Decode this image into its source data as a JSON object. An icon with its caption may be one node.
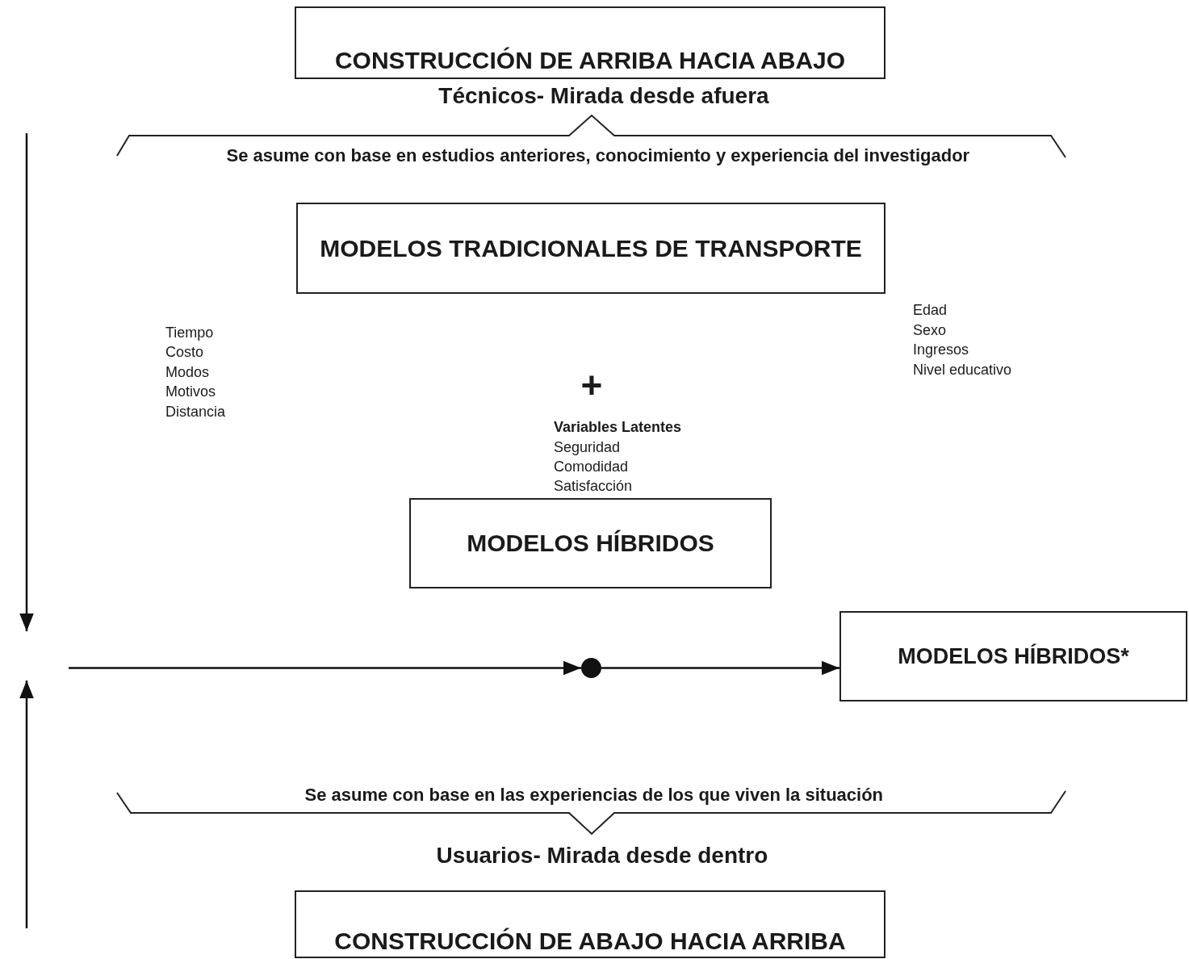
{
  "diagram": {
    "nodes": [
      {
        "text": [
          "CONSTRUCCIÓN DE ARRIBA HACIA ABAJO"
        ],
        "beside": [
          "Técnicos- Mirada desde afuera"
        ]
      },
      {
        "text": [
          "MODELOS TRADICIONALES DE TRANSPORTE"
        ]
      },
      {
        "text": [
          "MODELOS HÍBRIDOS"
        ]
      },
      {
        "text": [],
        "shape": "circle"
      },
      {
        "text": [
          "MODELOS HÍBRIDOS*"
        ]
      },
      {
        "text": [
          "CONSTRUCCIÓN DE ABAJO HACIA ARRIBA"
        ],
        "beside": [
          "Usuarios- Mirada desde dentro"
        ]
      }
    ],
    "edges": [
      {
        "from": null,
        "to": 3,
        "arrow": "to"
      },
      {
        "from": 3,
        "to": 4,
        "arrow": "to"
      }
    ],
    "labels": [
      "Se asume con base en estudios anteriores, conocimiento y experiencia del investigador",
      "Tiempo",
      "Costo",
      "Modos",
      "Motivos",
      "Distancia",
      "Edad",
      "Sexo",
      "Ingresos",
      "Nivel educativo",
      "+",
      "Variables Latentes",
      "Seguridad",
      "Comodidad",
      "Satisfacción",
      "Se asume con base en las experiencias de los que viven la situación"
    ]
  }
}
